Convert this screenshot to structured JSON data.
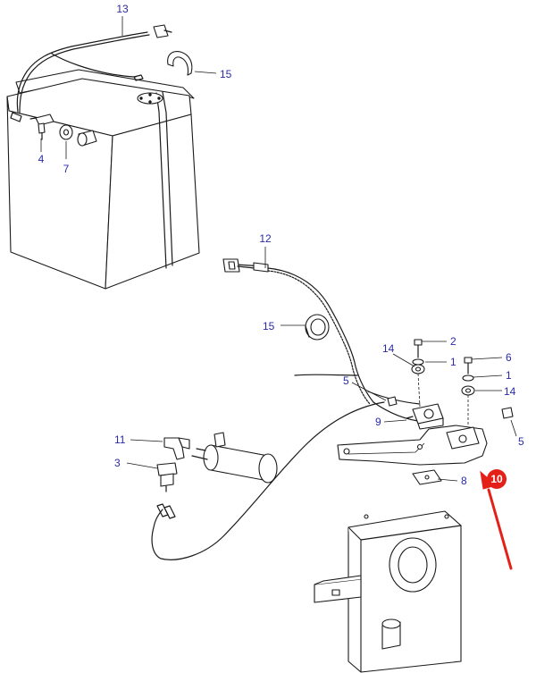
{
  "callouts": {
    "c13": "13",
    "c15a": "15",
    "c4": "4",
    "c7": "7",
    "c12": "12",
    "c15b": "15",
    "c2": "2",
    "c14a": "14",
    "c1a": "1",
    "c6": "6",
    "c1b": "1",
    "c14b": "14",
    "c5a": "5",
    "c9": "9",
    "c5b": "5",
    "c11": "11",
    "c3": "3",
    "c8": "8",
    "c10": "10"
  },
  "colors": {
    "callout_text": "#2a2aa8",
    "highlight": "#e32119",
    "line": "#1a1a1a"
  },
  "highlight": {
    "part": "10"
  }
}
